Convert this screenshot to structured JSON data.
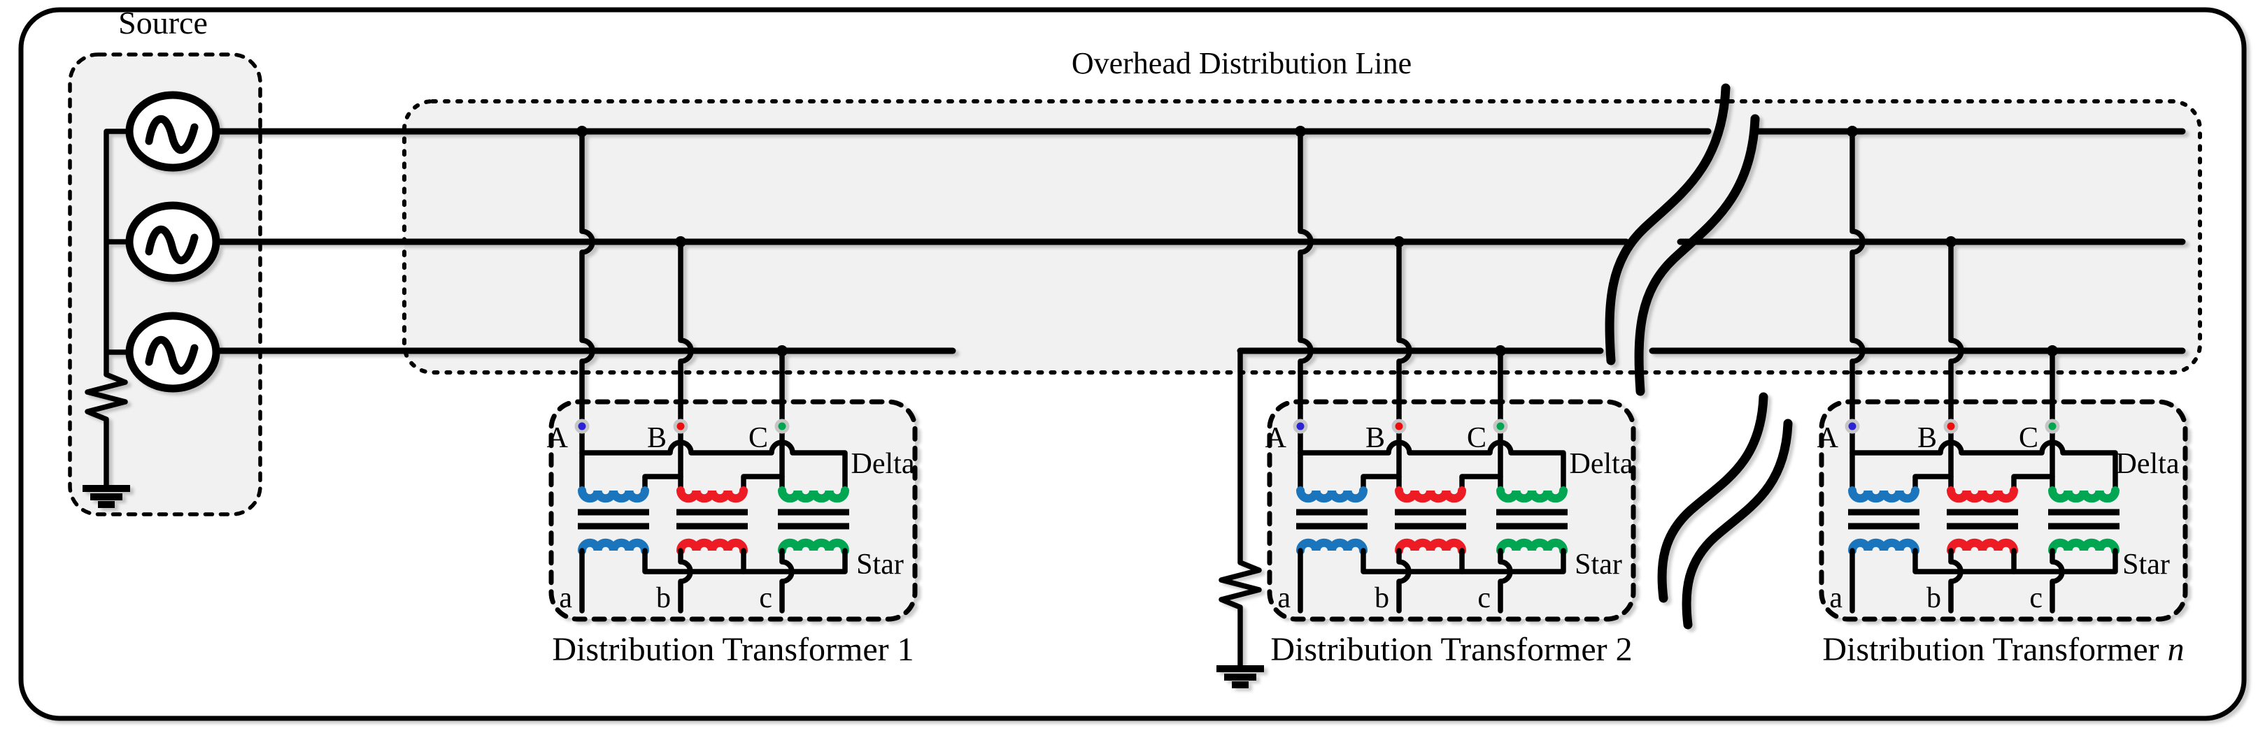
{
  "source": {
    "label": "Source"
  },
  "overhead_line": {
    "label": "Overhead Distribution Line"
  },
  "transformers": [
    {
      "label_prefix": "Distribution Transformer",
      "label_suffix": "1",
      "winding_top": "Delta",
      "winding_bottom": "Star",
      "terminals_hv": [
        "A",
        "B",
        "C"
      ],
      "terminals_lv": [
        "a",
        "b",
        "c"
      ]
    },
    {
      "label_prefix": "Distribution Transformer",
      "label_suffix": "2",
      "winding_top": "Delta",
      "winding_bottom": "Star",
      "terminals_hv": [
        "A",
        "B",
        "C"
      ],
      "terminals_lv": [
        "a",
        "b",
        "c"
      ]
    },
    {
      "label_prefix": "Distribution Transformer",
      "label_suffix": "n",
      "winding_top": "Delta",
      "winding_bottom": "Star",
      "terminals_hv": [
        "A",
        "B",
        "C"
      ],
      "terminals_lv": [
        "a",
        "b",
        "c"
      ]
    }
  ],
  "colors": {
    "phase_a_coil": "#1b75bc",
    "phase_b_coil": "#ed1c24",
    "phase_c_coil": "#00a651",
    "terminal_a_dot": "#2a23d6",
    "terminal_b_dot": "#ee0d0d",
    "terminal_c_dot": "#00a54f",
    "terminal_ring": "#c6c6c6",
    "box_fill": "#f1f1f1",
    "wire": "#000000"
  }
}
